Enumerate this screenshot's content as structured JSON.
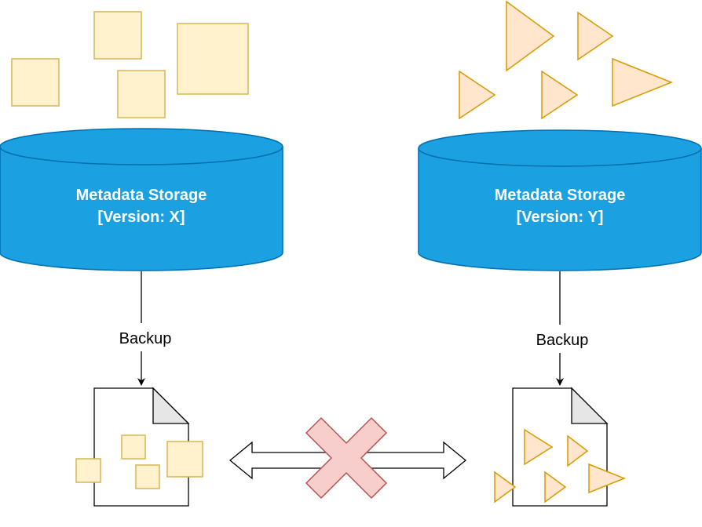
{
  "left": {
    "db_title": "Metadata Storage",
    "db_version": "[Version: X]",
    "edge_label": "Backup"
  },
  "right": {
    "db_title": "Metadata Storage",
    "db_version": "[Version: Y]",
    "edge_label": "Backup"
  },
  "colors": {
    "db_fill": "#1BA1E2",
    "db_stroke": "#006EAF",
    "square_fill": "#FFF2CC",
    "square_stroke": "#D6B656",
    "triangle_fill": "#FFE6CC",
    "triangle_stroke": "#D79B00",
    "cross_fill": "#F8CECC",
    "cross_stroke": "#B85450"
  }
}
